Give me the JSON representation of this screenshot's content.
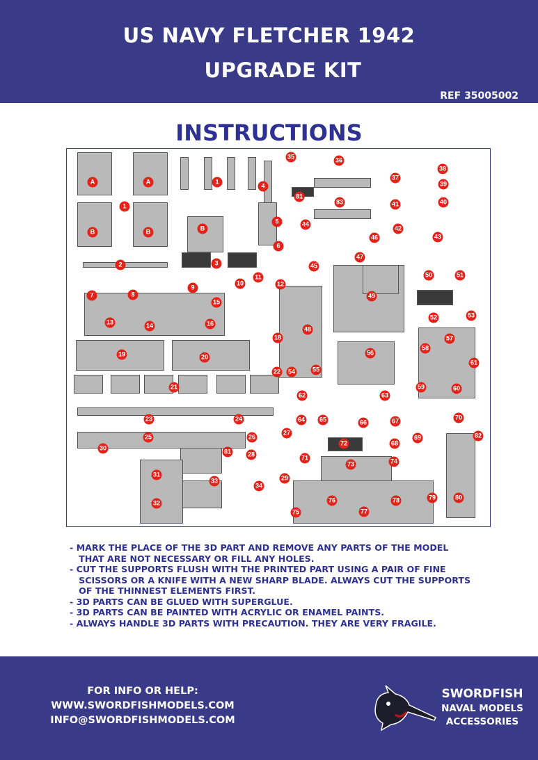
{
  "header": {
    "title_line1": "US NAVY FLETCHER 1942",
    "title_line2": "UPGRADE KIT",
    "ref": "REF 35005002"
  },
  "section_title": "INSTRUCTIONS",
  "diagram": {
    "labels": [
      "A",
      "A",
      "B",
      "B",
      "1",
      "1",
      "B",
      "2",
      "3",
      "4",
      "5",
      "6",
      "7",
      "8",
      "9",
      "10",
      "11",
      "12",
      "13",
      "14",
      "15",
      "16",
      "18",
      "19",
      "20",
      "21",
      "22",
      "23",
      "24",
      "25",
      "26",
      "27",
      "28",
      "29",
      "30",
      "31",
      "32",
      "33",
      "34",
      "35",
      "36",
      "37",
      "38",
      "39",
      "40",
      "41",
      "42",
      "43",
      "44",
      "45",
      "46",
      "47",
      "48",
      "49",
      "50",
      "51",
      "52",
      "53",
      "54",
      "55",
      "56",
      "57",
      "58",
      "59",
      "60",
      "61",
      "62",
      "63",
      "64",
      "65",
      "66",
      "67",
      "68",
      "69",
      "70",
      "71",
      "72",
      "73",
      "74",
      "75",
      "76",
      "77",
      "78",
      "79",
      "80",
      "81",
      "81",
      "82",
      "83"
    ]
  },
  "notes": [
    "- MARK THE PLACE OF THE 3D PART AND REMOVE ANY PARTS OF THE MODEL",
    "   THAT ARE NOT NECESSARY OR FILL ANY HOLES.",
    "- CUT THE SUPPORTS FLUSH WITH THE PRINTED PART USING A PAIR OF FINE",
    "   SCISSORS OR A KNIFE WITH A NEW SHARP BLADE. ALWAYS CUT THE SUPPORTS",
    "   OF THE THINNEST ELEMENTS FIRST.",
    "- 3D PARTS CAN BE GLUED WITH SUPERGLUE.",
    "- 3D PARTS CAN BE PAINTED WITH ACRYLIC OR ENAMEL PAINTS.",
    "- ALWAYS HANDLE 3D PARTS WITH PRECAUTION. THEY ARE VERY FRAGILE."
  ],
  "footer": {
    "contact_heading": "FOR INFO OR HELP:",
    "website": "WWW.SWORDFISHMODELS.COM",
    "email": "INFO@SWORDFISHMODELS.COM",
    "brand_name": "SWORDFISH",
    "brand_line2": "NAVAL MODELS",
    "brand_line3": "ACCESSORIES"
  },
  "colors": {
    "brand_blue": "#393b88",
    "text_blue": "#2e3192",
    "badge_red": "#e2231a"
  }
}
